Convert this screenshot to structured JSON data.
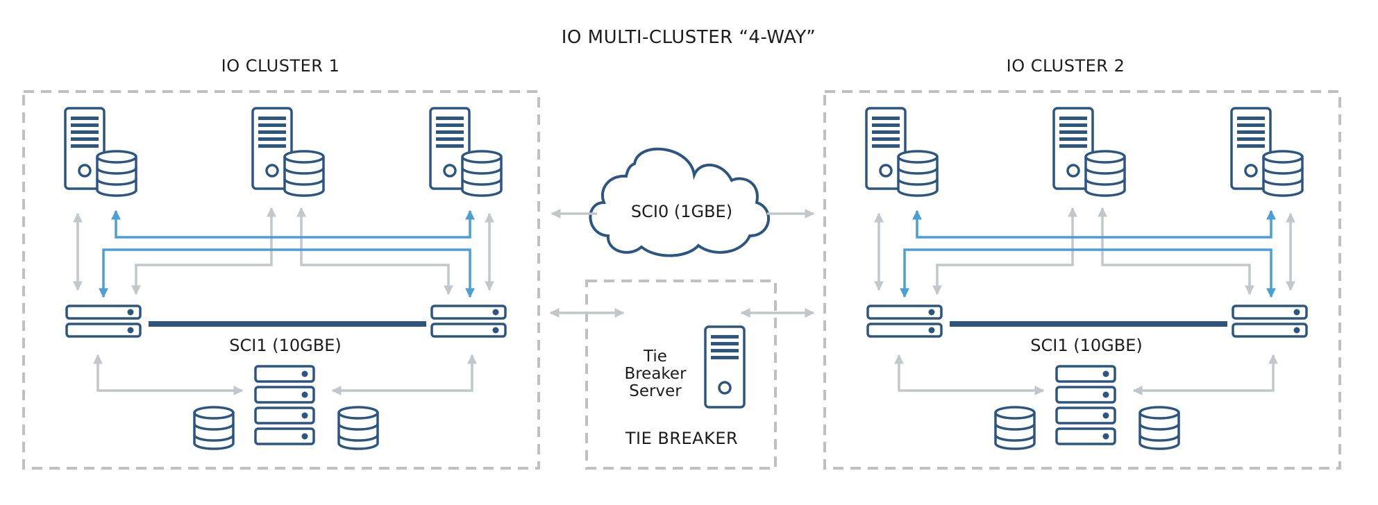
{
  "diagram": {
    "title": "IO MULTI-CLUSTER “4-WAY”",
    "cluster_1": {
      "label": "IO CLUSTER 1",
      "link_label": "SCI1 (10GBE)"
    },
    "cluster_2": {
      "label": "IO CLUSTER 2",
      "link_label": "SCI1 (10GBE)"
    },
    "cloud": {
      "label": "SCI0 (1GBE)"
    },
    "tie_breaker": {
      "label": "TIE BREAKER",
      "server_label_lines": [
        "Tie",
        "Breaker",
        "Server"
      ]
    }
  },
  "colors": {
    "icon": "#2c5580",
    "link_gray": "#c2c7cc",
    "link_blue": "#4a9fd5",
    "dashed_border": "#c0c0c0"
  },
  "icons": {
    "server": "server-tower-icon",
    "database": "database-icon",
    "switch": "network-switch-icon",
    "storage": "storage-array-icon",
    "cloud": "cloud-icon"
  }
}
